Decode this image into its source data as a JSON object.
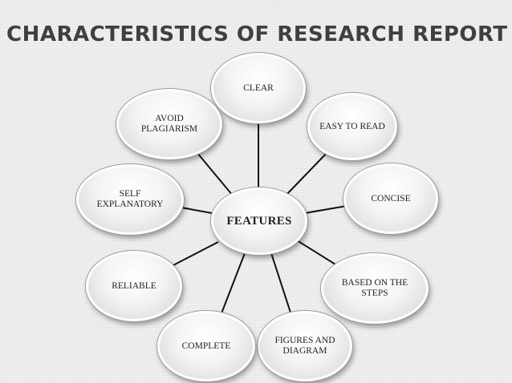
{
  "title": "CHARACTERISTICS OF RESEARCH REPORT",
  "center": {
    "label": "FEATURES"
  },
  "nodes": {
    "clear": "CLEAR",
    "easy_to_read": "EASY TO READ",
    "concise": "CONCISE",
    "based_on_the_steps": "BASED ON THE\nSTEPS",
    "figures_and_diagram": "FIGURES AND\nDIAGRAM",
    "complete": "COMPLETE",
    "reliable": "RELIABLE",
    "self_explanatory": "SELF\nEXPLANATORY",
    "avoid_plagiarism": "AVOID\nPLAGIARISM"
  }
}
